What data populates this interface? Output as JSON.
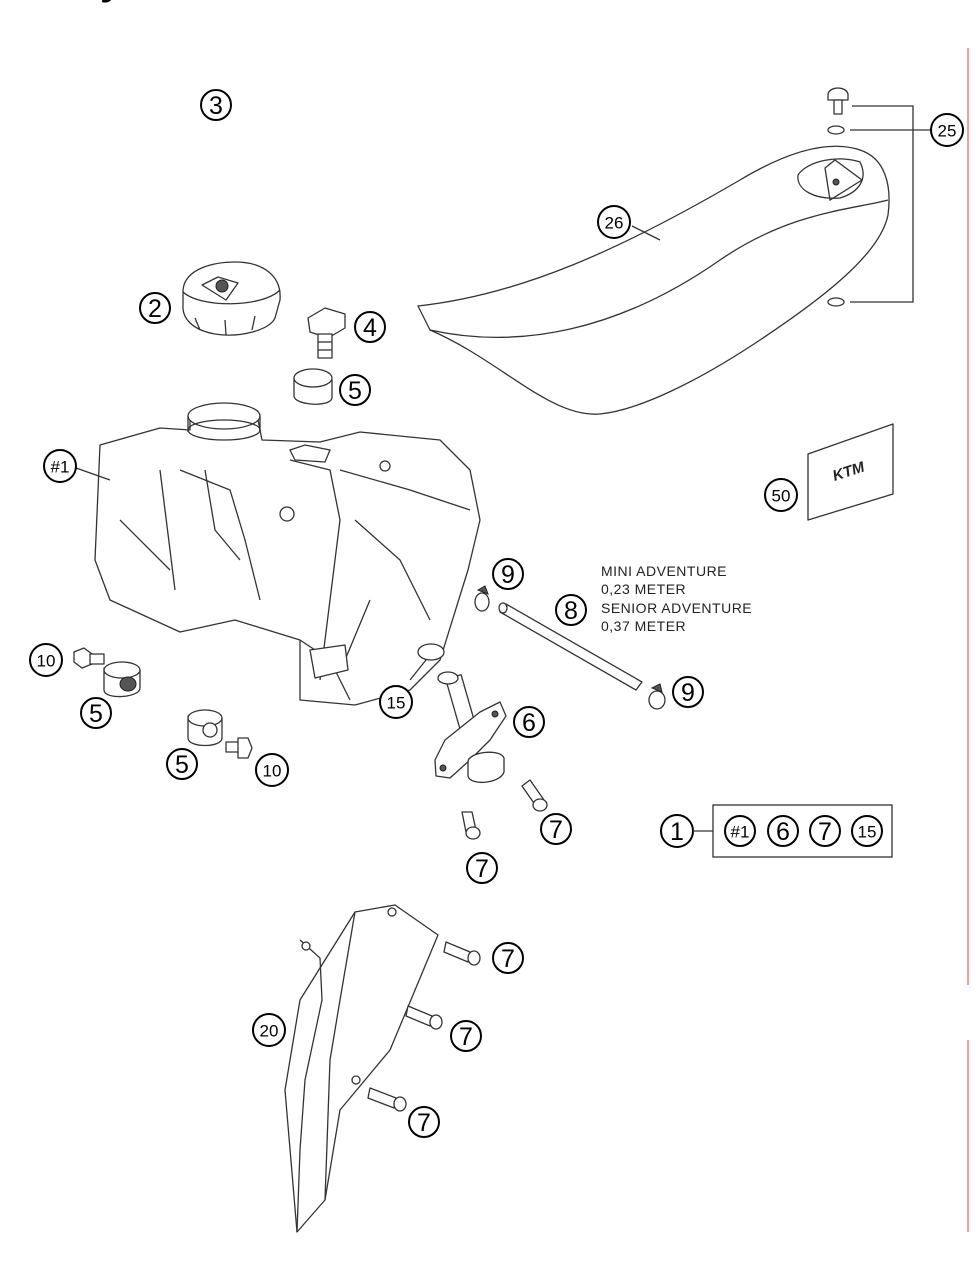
{
  "header": {
    "title": "y"
  },
  "callouts": {
    "c3": "3",
    "c2": "2",
    "c4": "4",
    "c5a": "5",
    "c1hash": "#1",
    "c25": "25",
    "c26": "26",
    "c50": "50",
    "c9a": "9",
    "c8": "8",
    "c9b": "9",
    "c10a": "10",
    "c5b": "5",
    "c5c": "5",
    "c10b": "10",
    "c15": "15",
    "c6": "6",
    "c7a": "7",
    "c7b": "7",
    "c20": "20",
    "c7c": "7",
    "c7d": "7",
    "c7e": "7"
  },
  "hose_note": {
    "line1": "MINI ADVENTURE",
    "line2": "0,23 METER",
    "line3": "SENIOR ADVENTURE",
    "line4": "0,37 METER"
  },
  "kit": {
    "label": "1",
    "items": [
      "#1",
      "6",
      "7",
      "15"
    ]
  },
  "logo_text": "KTM",
  "colors": {
    "line": "#333333",
    "margin": "#e9a3a3"
  }
}
